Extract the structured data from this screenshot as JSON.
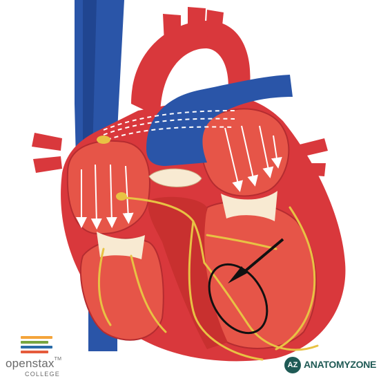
{
  "logos": {
    "openstax": {
      "word": "openstax",
      "trademark": "TM",
      "sub": "COLLEGE",
      "bar_colors": [
        "#f4a43a",
        "#77a640",
        "#2a6ca8",
        "#e55b3c"
      ]
    },
    "anatomyzone": {
      "badge": "AZ",
      "word": "ANATOMYZONE"
    }
  },
  "palette": {
    "myocardium": "#d9383c",
    "myocardium_light": "#ef7a6c",
    "chamber": "#e65548",
    "vein_blue": "#2a55a8",
    "vein_dark": "#1a3a80",
    "conduction_yellow": "#e8c244",
    "valve_cream": "#f8ead2",
    "highlight_ring": "#111111"
  }
}
